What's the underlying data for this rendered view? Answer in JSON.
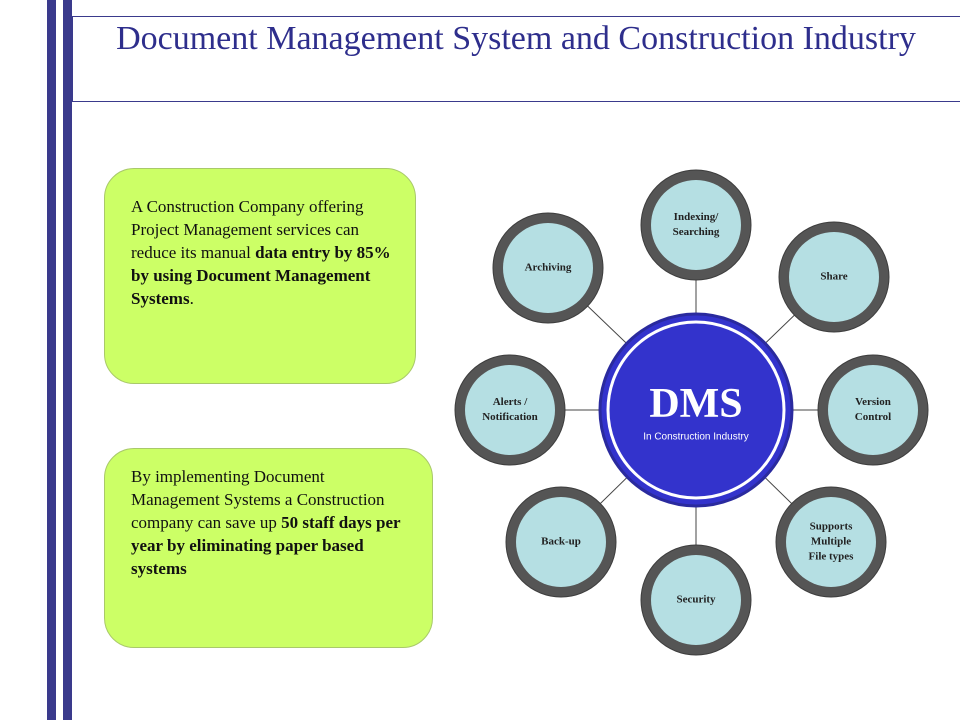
{
  "slide": {
    "title": "Document Management System and Construction Industry"
  },
  "cards": [
    {
      "segments": [
        {
          "text": "A Construction Company offering Project Management services can reduce its manual ",
          "bold": false
        },
        {
          "text": "data entry by 85% by using Document Management Systems",
          "bold": true
        },
        {
          "text": ".",
          "bold": false
        }
      ]
    },
    {
      "segments": [
        {
          "text": "By implementing Document Management Systems a Construction company can save up ",
          "bold": false
        },
        {
          "text": "50 staff days per year by eliminating paper based systems",
          "bold": true
        }
      ]
    }
  ],
  "hub": {
    "title": "DMS",
    "subtitle": "In Construction Industry"
  },
  "nodes": [
    {
      "label": "Indexing/\nSearching"
    },
    {
      "label": "Share"
    },
    {
      "label": "Version\nControl"
    },
    {
      "label": "Supports\nMultiple\nFile types"
    },
    {
      "label": "Security"
    },
    {
      "label": "Back-up"
    },
    {
      "label": "Alerts /\nNotification"
    },
    {
      "label": "Archiving"
    }
  ],
  "colors": {
    "accent": "#3a3a8c",
    "card_fill": "#ccff66",
    "hub_fill": "#3333cc",
    "node_ring": "#555555",
    "node_fill": "#b5dfe3"
  }
}
